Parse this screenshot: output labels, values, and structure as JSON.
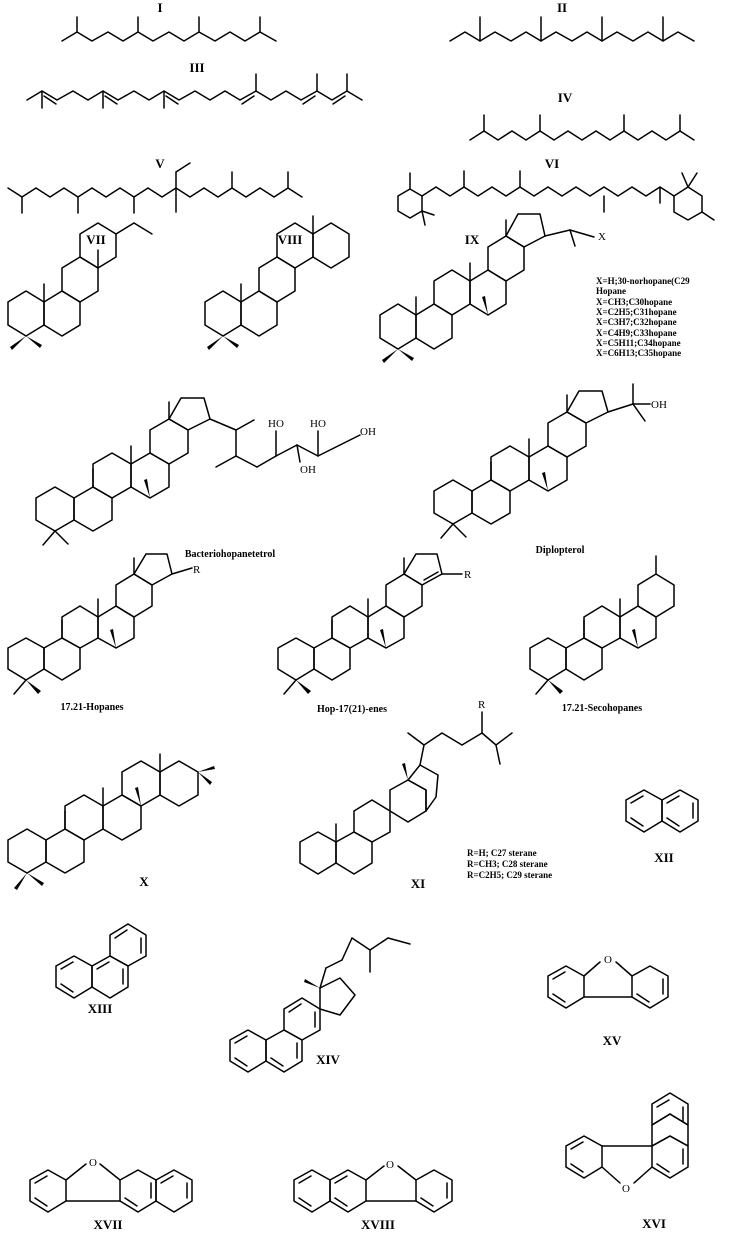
{
  "labels": {
    "I": "I",
    "II": "II",
    "III": "III",
    "IV": "IV",
    "V": "V",
    "VI": "VI",
    "VII": "VII",
    "VIII": "VIII",
    "IX": "IX",
    "X": "X",
    "XI": "XI",
    "XII": "XII",
    "XIII": "XIII",
    "XIV": "XIV",
    "XV": "XV",
    "XVI": "XVI",
    "XVII": "XVII",
    "XVIII": "XVIII"
  },
  "names": {
    "bacteriohopanetetrol": "Bacteriohopanetetrol",
    "diplopterol": "Diplopterol",
    "hopanes": "17.21-Hopanes",
    "hopenes": "Hop-17(21)-enes",
    "secohopanes": "17.21-Secohopanes"
  },
  "hopane_notes": [
    "X=H;30-norhopane(C29",
    "Hopane",
    "X=CH3;C30hopane",
    "X=C2H5;C31hopane",
    "X=C3H7;C32hopane",
    "X=C4H9;C33hopane",
    "X=C5H11;C34hopane",
    "X=C6H13;C35hopane"
  ],
  "sterane_notes": [
    "R=H; C27 sterane",
    "R=CH3; C28 sterane",
    "R=C2H5; C29 sterane"
  ],
  "atoms": {
    "x_sub": "X",
    "r": "R",
    "oh": "OH",
    "ho": "HO",
    "o": "O"
  }
}
